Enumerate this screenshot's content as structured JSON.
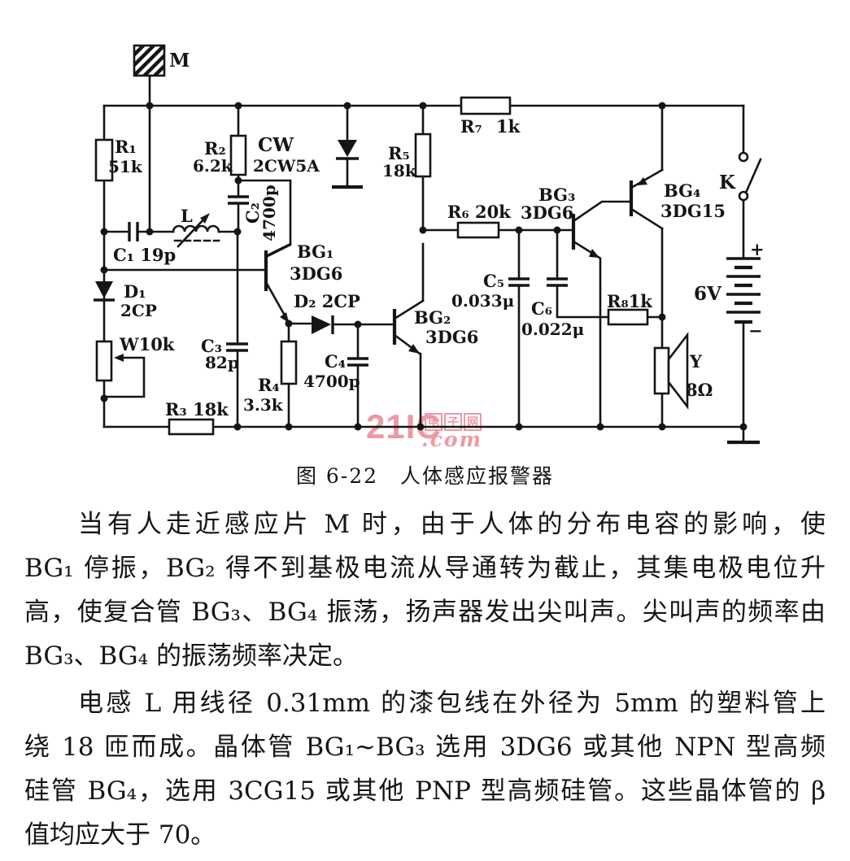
{
  "schematic": {
    "labels": {
      "m": "M",
      "r1": "R₁",
      "r1v": "51k",
      "r2": "R₂",
      "r2v": "6.2k",
      "cw": "CW",
      "cwv": "2CW5A",
      "c2": "C₂",
      "c2v": "4700p",
      "c1": "C₁ 19p",
      "l": "L",
      "d1": "D₁",
      "d1v": "2CP",
      "w": "W10k",
      "c3": "C₃",
      "c3v": "82p",
      "r3": "R₃ 18k",
      "bg1": "BG₁",
      "bg1v": "3DG6",
      "d2": "D₂ 2CP",
      "r4": "R₄",
      "r4v": "3.3k",
      "c4": "C₄",
      "c4v": "4700p",
      "bg2": "BG₂",
      "bg2v": "3DG6",
      "r5": "R₅",
      "r5v": "18k",
      "r7": "R₇",
      "r7v": "1k",
      "r6": "R₆ 20k",
      "bg3": "BG₃",
      "bg3v": "3DG6",
      "bg4": "BG₄",
      "bg4v": "3DG15",
      "c5": "C₅",
      "c5v": "0.033μ",
      "c6": "C₆",
      "c6v": "0.022μ",
      "r8": "R₈1k",
      "k": "K",
      "plus": "+",
      "minus": "−",
      "v6": "6V",
      "y": "Y",
      "yv": "8Ω"
    }
  },
  "watermark": {
    "brand": "21IC",
    "badge": "电子网",
    "suffix": ".com",
    "color": "#ee8e9c"
  },
  "caption": "图 6-22　人体感应报警器",
  "body": {
    "p1": [
      "当有人走近感应片 M 时，由于人体的分布电容的影响，使",
      "BG₁ 停振，BG₂ 得不到基极电流从导通转为截止，其集电极电位升",
      "高，使复合管 BG₃、BG₄ 振荡，扬声器发出尖叫声。尖叫声的频率由",
      "BG₃、BG₄ 的振荡频率决定。"
    ],
    "p2": [
      "电感 L 用线径 0.31mm 的漆包线在外径为 5mm 的塑料管上",
      "绕 18 匝而成。晶体管 BG₁~BG₃ 选用 3DG6 或其他 NPN 型高频",
      "硅管 BG₄，选用 3CG15 或其他 PNP 型高频硅管。这些晶体管的 β",
      "值均应大于 70。"
    ]
  },
  "ink_color": "#151515",
  "background_color": "#ffffff"
}
